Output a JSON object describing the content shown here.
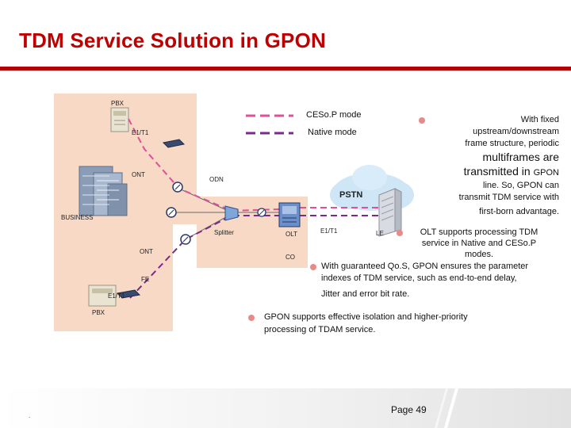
{
  "title": "TDM  Service Solution in GPON",
  "legend": {
    "ceso_label": "CESo.P mode",
    "native_label": "Native mode",
    "ceso_color": "#e0509a",
    "native_color": "#7b2a8c"
  },
  "diagram": {
    "pbx_top": "PBX",
    "e1t1_top": "E1/T1",
    "ont_business": "ONT",
    "odn": "ODN",
    "pstn": "PSTN",
    "business": "BUSINESS",
    "splitter": "Splitter",
    "olt": "OLT",
    "e1t1_mid": "E1/T1",
    "le": "LE",
    "ont_lower": "ONT",
    "co": "CO",
    "fe": "FE",
    "e1t1_bottom": "E1/T1",
    "pbx_bottom": "PBX"
  },
  "notes": {
    "note1": {
      "l1": "With fixed",
      "l2": "upstream/downstream",
      "l3": "frame structure, periodic",
      "l4": "multiframes are",
      "l5a": "transmitted in ",
      "l5b": "GPON",
      "l6": "line. So, GPON can",
      "l7": "transmit TDM service with",
      "l8": "first-born advantage."
    },
    "note2": {
      "l1": "OLT supports processing TDM",
      "l2": "service in Native and CESo.P",
      "l3": "modes."
    },
    "note3": {
      "l1": "With guaranteed Qo.S, GPON ensures the parameter",
      "l2": "indexes of TDM service, such as end-to-end delay,",
      "l3": "Jitter and error bit rate."
    },
    "note4": {
      "l1": "GPON supports effective isolation and higher-priority",
      "l2": "processing of TDAM service."
    }
  },
  "footer": {
    "page": "Page 49",
    "dot": "."
  },
  "colors": {
    "title": "#c00000",
    "region": "#f7d9c6",
    "bullet": "#e88a88"
  }
}
